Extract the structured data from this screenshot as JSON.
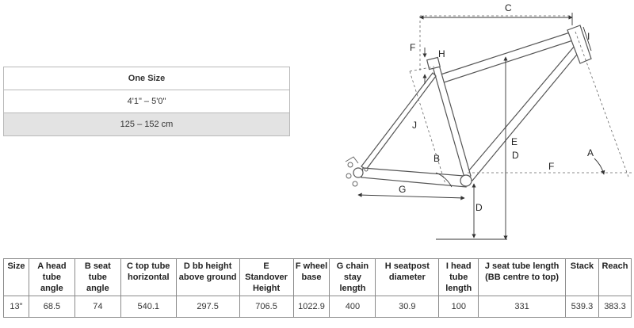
{
  "sizing": {
    "title": "One Size",
    "height_imperial": "4'1\" – 5'0\"",
    "height_metric": "125 – 152 cm"
  },
  "diagram_labels": {
    "A": "A",
    "B": "B",
    "C": "C",
    "D": "D",
    "E": "E",
    "F": "F",
    "G": "G",
    "H": "H",
    "I": "I",
    "J": "J"
  },
  "geometry": {
    "headers": [
      "Size",
      "A head tube angle",
      "B seat tube angle",
      "C top tube horizontal",
      "D bb height above ground",
      "E Standover Height",
      "F wheel base",
      "G chain stay length",
      "H seatpost diameter",
      "I head tube length",
      "J seat tube length (BB centre to top)",
      "Stack",
      "Reach"
    ],
    "row": [
      "13\"",
      "68.5",
      "74",
      "540.1",
      "297.5",
      "706.5",
      "1022.9",
      "400",
      "30.9",
      "100",
      "331",
      "539.3",
      "383.3"
    ]
  }
}
